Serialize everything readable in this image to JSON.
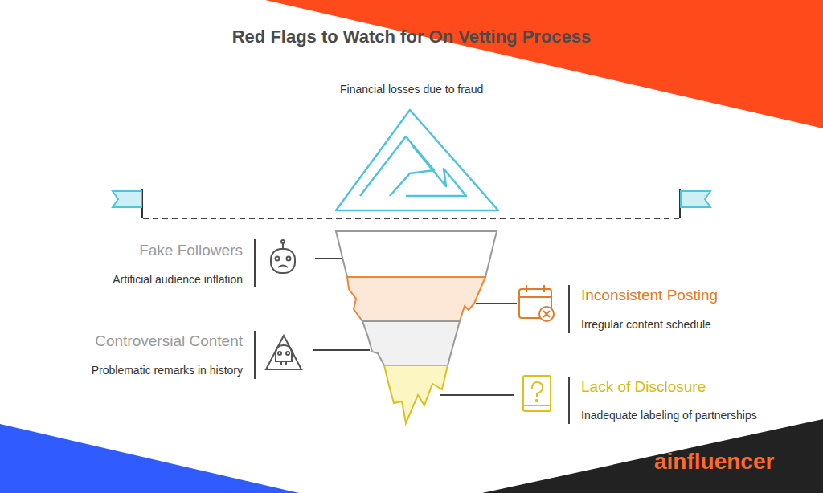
{
  "diagram": {
    "title": "Red Flags to Watch for On Vetting Process",
    "labels": [
      "Financial losses due to fraud",
      "Fake Followers",
      "Artificial audience inflation",
      "Inconsistent Posting",
      "Irregular content schedule",
      "Controversial Content",
      "Problematic remarks in history",
      "Lack of Disclosure",
      "Inadequate labeling of partnerships",
      "ainfluencer"
    ]
  }
}
